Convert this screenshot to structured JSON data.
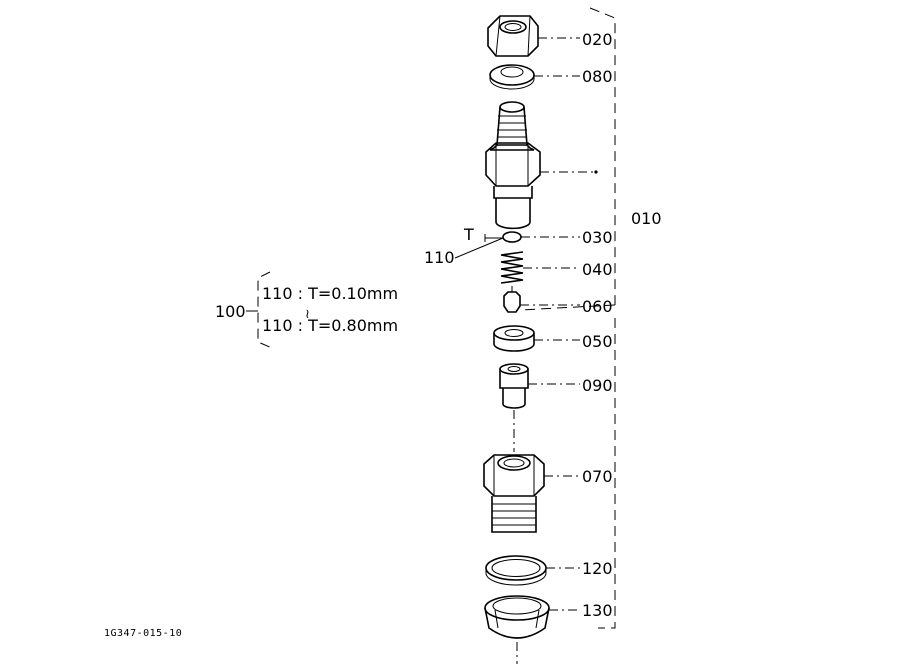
{
  "diagram": {
    "part_labels": {
      "p020": "020",
      "p080": "080",
      "p030": "030",
      "p040": "040",
      "p060": "060",
      "p050": "050",
      "p090": "090",
      "p070": "070",
      "p120": "120",
      "p130": "130",
      "p010": "010",
      "p110": "110",
      "p100": "100"
    },
    "thickness_symbol": "T",
    "options": {
      "line1": "110 : T=0.10mm",
      "separator": "≀",
      "line2": "110 : T=0.80mm"
    },
    "figure_code": "1G347-015-10"
  }
}
